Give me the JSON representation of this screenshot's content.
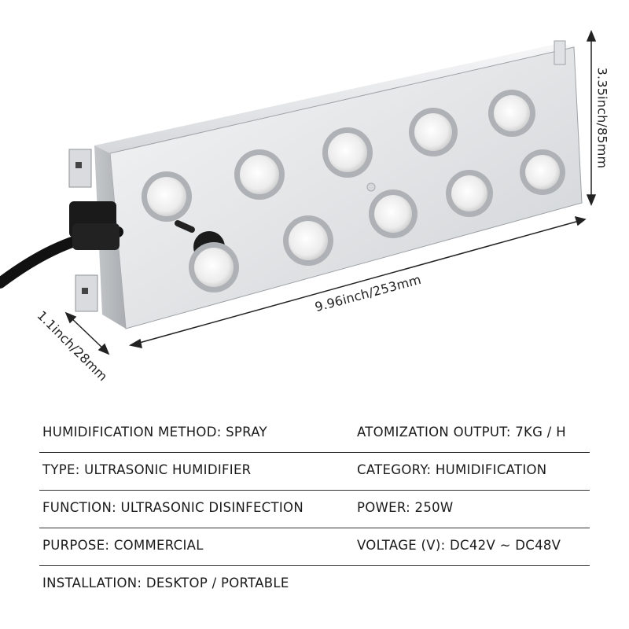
{
  "dimensions": {
    "height": "3.35inch/85mm",
    "width": "9.96inch/253mm",
    "depth": "1.1inch/28mm"
  },
  "colors": {
    "housing": "#e4e6e8",
    "housing_shade": "#b9bcc0",
    "disc_center": "#f3f3f3",
    "cable": "#111111",
    "text": "#1a1a1a",
    "divider": "#333333"
  },
  "specs": [
    {
      "left": "HUMIDIFICATION METHOD: SPRAY",
      "right": "ATOMIZATION OUTPUT: 7KG / H"
    },
    {
      "left": "TYPE: ULTRASONIC HUMIDIFIER",
      "right": "CATEGORY: HUMIDIFICATION"
    },
    {
      "left": "FUNCTION: ULTRASONIC DISINFECTION",
      "right": "POWER: 250W"
    },
    {
      "left": "PURPOSE: COMMERCIAL",
      "right": "VOLTAGE (V): DC42V ~ DC48V"
    },
    {
      "left": "INSTALLATION: DESKTOP / PORTABLE",
      "right": ""
    }
  ]
}
